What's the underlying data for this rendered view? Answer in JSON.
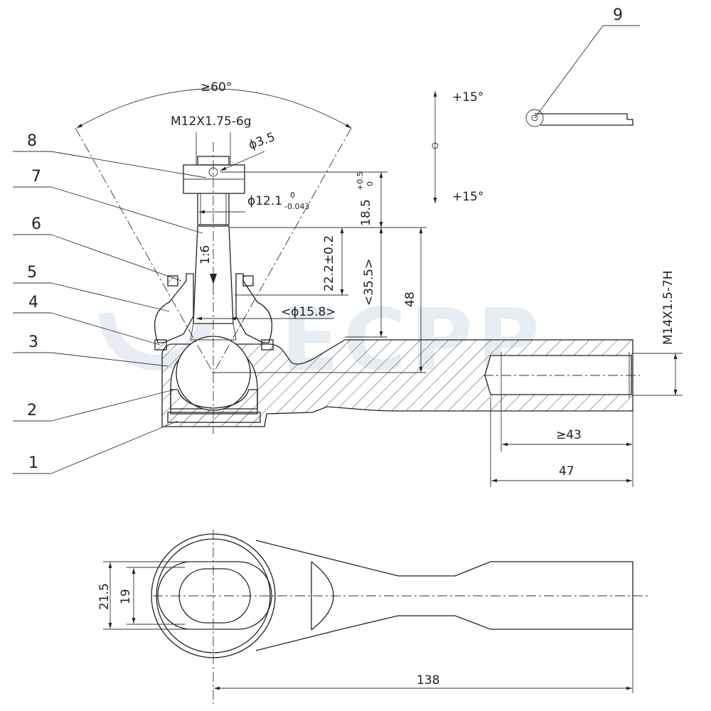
{
  "watermark": "ECPP",
  "parts": [
    "1",
    "2",
    "3",
    "4",
    "5",
    "6",
    "7",
    "8",
    "9"
  ],
  "dims": {
    "angle": "≥60°",
    "thread_stud": "M12X1.75-6g",
    "hole": "ϕ3.5",
    "taper_d": "ϕ12.1",
    "taper_tol_up": "0",
    "taper_tol_down": "-0.043",
    "taper": "1:6",
    "h1_base": "18.5",
    "h1_tol_up": "+0.5",
    "h1_tol_down": "0",
    "h2": "22.2±0.2",
    "h3": "<35.5>",
    "h4": "48",
    "ball": "<ϕ15.8>",
    "thread_inner": "M14X1.5-7H",
    "thread_len_min": "≥43",
    "thread_len": "47",
    "swing_up": "+15°",
    "swing_down": "+15°",
    "w1": "21.5",
    "w2": "19",
    "total_len": "138"
  }
}
